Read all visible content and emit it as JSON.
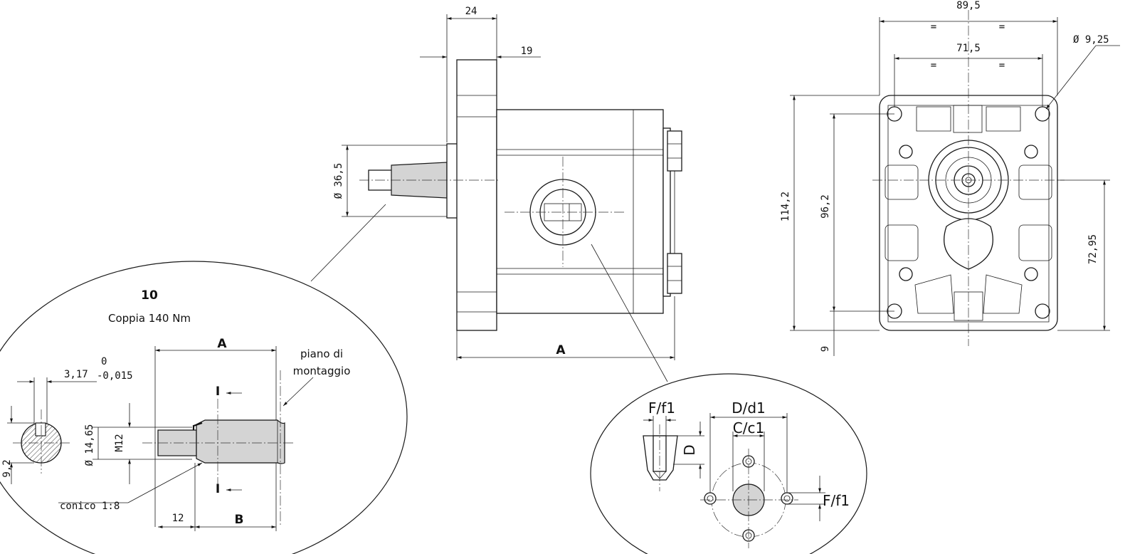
{
  "side_view": {
    "dim_flange_width": "24",
    "dim_spigot": "19",
    "dim_spigot_diameter": "Ø 36,5",
    "dim_length": "A"
  },
  "front_view": {
    "dim_width_overall": "89,5",
    "dim_hole_spacing": "71,5",
    "dim_hole_diameter": "Ø 9,25",
    "dim_height_overall": "114,2",
    "dim_hole_vertical": "96,2",
    "dim_axis_height": "72,95",
    "dim_bottom": "9",
    "equal_sign": "="
  },
  "shaft_detail": {
    "code": "10",
    "torque": "Coppia 140 Nm",
    "dim_key_width": "3,17",
    "tol_upper": "0",
    "tol_lower": "-0,015",
    "dim_key_height": "9,2",
    "dim_shaft_diameter": "Ø 14,65",
    "dim_thread": "M12",
    "dim_A": "A",
    "dim_B": "B",
    "dim_12": "12",
    "taper": "conico 1:8",
    "mount_plane_line1": "piano di",
    "mount_plane_line2": "montaggio",
    "section_mark": "I"
  },
  "port_detail": {
    "label_F": "F/f1",
    "label_D_top": "D/d1",
    "label_C": "C/c1",
    "label_D_side": "D",
    "label_F_side": "F/f1"
  }
}
